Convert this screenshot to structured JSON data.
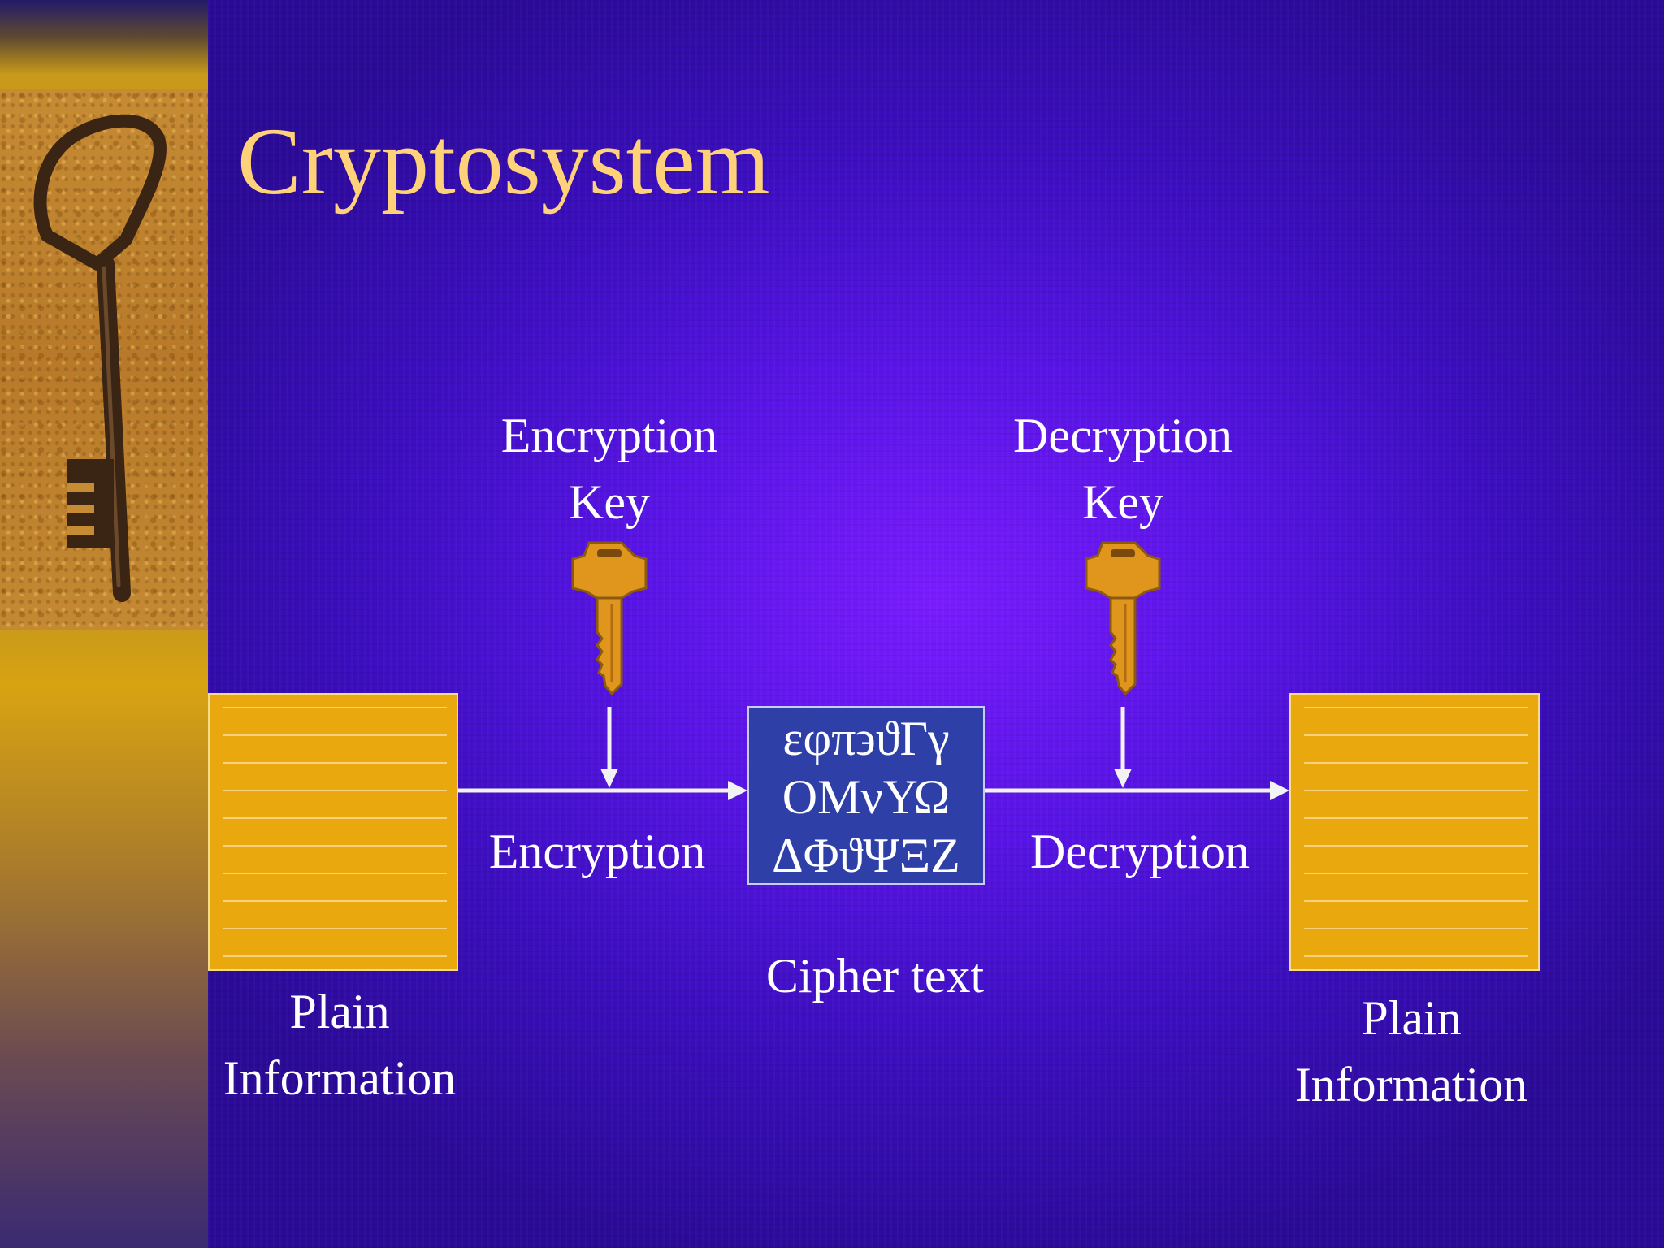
{
  "title": "Cryptosystem",
  "encryption_key": {
    "line1": "Encryption",
    "line2": "Key"
  },
  "decryption_key": {
    "line1": "Decryption",
    "line2": "Key"
  },
  "encryption_label": "Encryption",
  "decryption_label": "Decryption",
  "cipher_box": {
    "lines": [
      "εφπ϶ϑΓγ",
      "ΟΜνΥΩ",
      "ΔΦϑΨΞΖ"
    ]
  },
  "cipher_caption": "Cipher text",
  "plain_left": {
    "line1": "Plain",
    "line2": "Information"
  },
  "plain_right": {
    "line1": "Plain",
    "line2": "Information"
  },
  "colors": {
    "title": "#ffd27a",
    "document": "#e9a80e",
    "cipher_box": "#2e40a8",
    "key": "#e0951c",
    "arrow": "#f2f2f2",
    "background": "#5814e6"
  }
}
